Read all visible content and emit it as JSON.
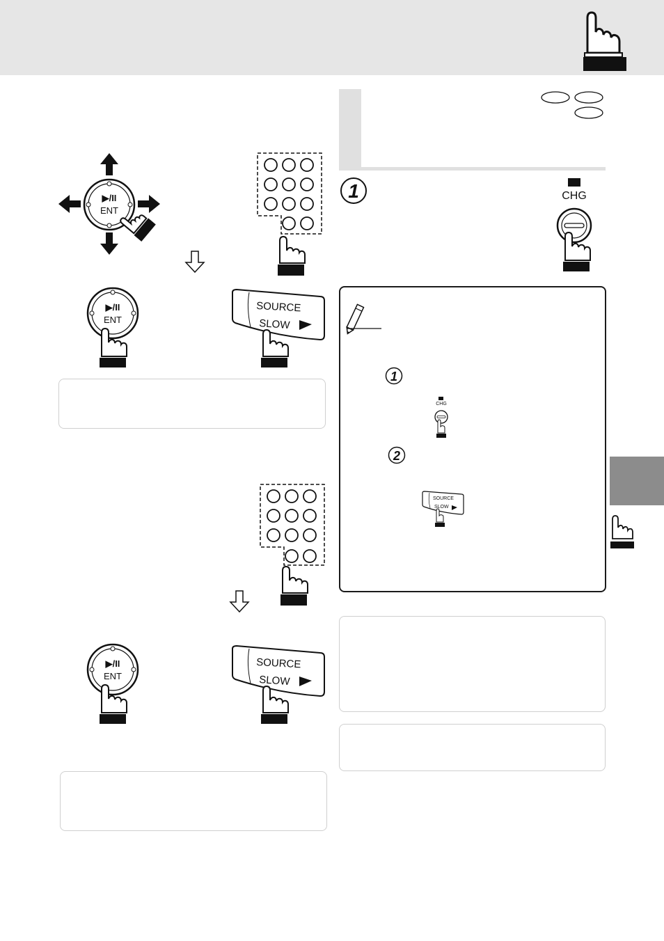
{
  "dpad": {
    "center_symbol": "▶/II",
    "center_label": "ENT"
  },
  "ent_button": {
    "symbol": "▶/II",
    "label": "ENT"
  },
  "source_button": {
    "top_label": "SOURCE",
    "bottom_label": "SLOW"
  },
  "chg_button": {
    "label": "CHG"
  },
  "steps": {
    "step1": "1",
    "step2": "2"
  },
  "icons": {
    "header": "hand-pointer-icon",
    "side": "hand-pointer-icon",
    "note": "pencil-icon",
    "down_arrow": "outline-down-arrow-icon"
  },
  "colors": {
    "header_band": "#e6e6e6",
    "side_tab": "#8c8c8c",
    "title_bar": "#e0e0e0",
    "box_border": "#cfcfcf"
  }
}
